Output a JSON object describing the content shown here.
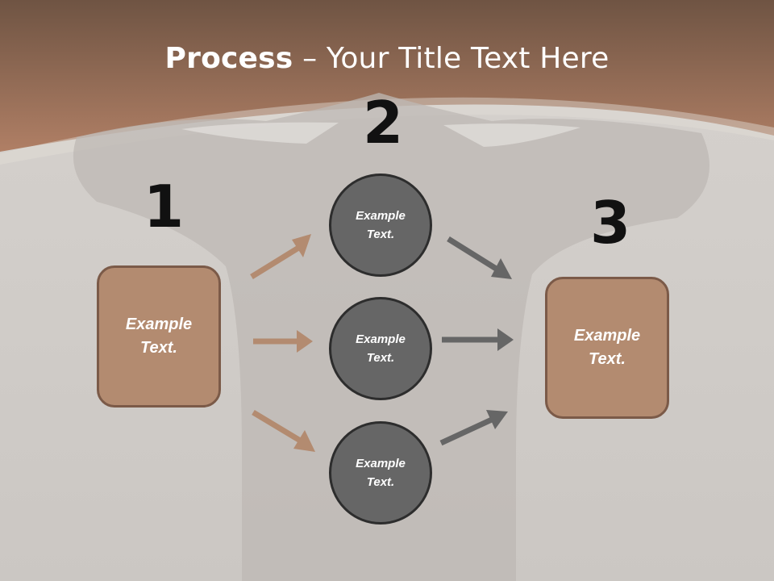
{
  "title": {
    "bold": "Process",
    "rest": " – Your Title Text Here"
  },
  "colors": {
    "header_brown": "#a97860",
    "box_fill": "#b38b70",
    "box_border": "#7b5a48",
    "circle_fill": "#666666",
    "circle_border": "#2d2d2d",
    "arrow_left": "#b38b70",
    "arrow_right": "#666666",
    "background": "#cfcbc7"
  },
  "steps": {
    "one": {
      "number": "1",
      "box_line1": "Example",
      "box_line2": "Text."
    },
    "two": {
      "number": "2",
      "circles": [
        {
          "line1": "Example",
          "line2": "Text."
        },
        {
          "line1": "Example",
          "line2": "Text."
        },
        {
          "line1": "Example",
          "line2": "Text."
        }
      ]
    },
    "three": {
      "number": "3",
      "box_line1": "Example",
      "box_line2": "Text."
    }
  }
}
